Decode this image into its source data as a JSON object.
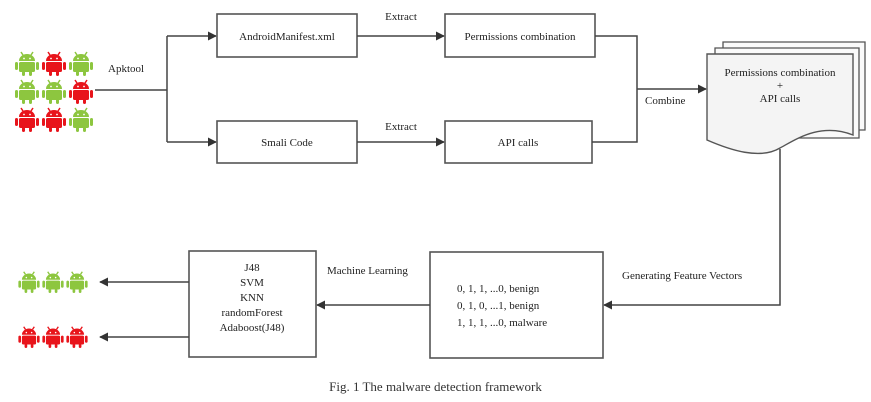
{
  "colors": {
    "benign": "#8dc63f",
    "malware": "#e8141b",
    "line": "#444444",
    "box_border": "#555555"
  },
  "input_apps": {
    "icon": "android-robot-icon",
    "grid": [
      [
        "benign",
        "malware",
        "benign"
      ],
      [
        "benign",
        "benign",
        "malware"
      ],
      [
        "malware",
        "malware",
        "benign"
      ]
    ]
  },
  "labels": {
    "apktool": "Apktool",
    "extract_top": "Extract",
    "extract_bottom": "Extract",
    "combine": "Combine",
    "generating": "Generating Feature Vectors",
    "machine_learning": "Machine  Learning"
  },
  "boxes": {
    "manifest": "AndroidManifest.xml",
    "permissions": "Permissions combination",
    "smali": "Smali Code",
    "api_calls": "API calls"
  },
  "document": {
    "lines": [
      "Permissions combination",
      "+",
      "API calls"
    ]
  },
  "feature_vectors": {
    "rows": [
      "0,  1,  1,  ...0,  benign",
      "0,  1,  0,  ...1,  benign",
      "1,  1,  1,  ...0,  malware"
    ]
  },
  "classifiers": {
    "items": [
      "J48",
      "SVM",
      "KNN",
      "randomForest",
      "Adaboost(J48)"
    ]
  },
  "outputs": {
    "benign_row": [
      "benign",
      "benign",
      "benign"
    ],
    "malware_row": [
      "malware",
      "malware",
      "malware"
    ]
  },
  "caption": "Fig. 1 The malware detection framework"
}
